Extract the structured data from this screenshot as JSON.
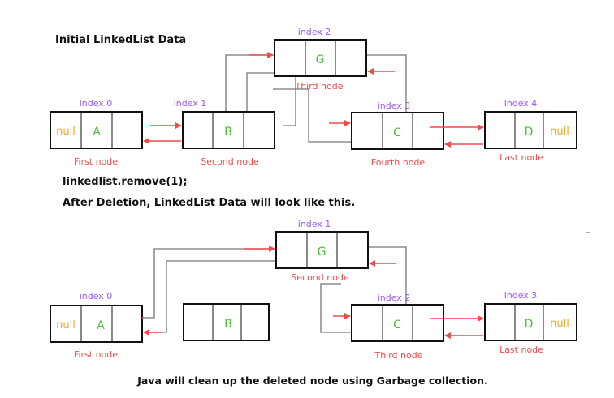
{
  "colors": {
    "index": "#9b59f0",
    "label": "#f24b4b",
    "value": "#4cbf36",
    "null": "#f5a623",
    "arrow": "#f24b4b",
    "wire": "#777777"
  },
  "top": {
    "title": "Initial LinkedList Data",
    "nodes": [
      {
        "value": "A",
        "index": "index 0",
        "label": "First node",
        "prev_null": "null"
      },
      {
        "value": "B",
        "index": "index 1",
        "label": "Second node"
      },
      {
        "value": "G",
        "index": "index 2",
        "label": "Third node"
      },
      {
        "value": "C",
        "index": "index 3",
        "label": "Fourth node"
      },
      {
        "value": "D",
        "index": "index 4",
        "label": "Last node",
        "next_null": "null"
      }
    ]
  },
  "operation": "linkedlist.remove(1);",
  "after_caption": "After Deletion, LinkedList Data will look like this.",
  "bottom": {
    "nodes": [
      {
        "value": "A",
        "index": "index 0",
        "label": "First node",
        "prev_null": "null"
      },
      {
        "value": "G",
        "index": "index 1",
        "label": "Second node"
      },
      {
        "value": "C",
        "index": "index 2",
        "label": "Third node"
      },
      {
        "value": "D",
        "index": "index 3",
        "label": "Last node",
        "next_null": "null"
      }
    ],
    "deleted": {
      "value": "B"
    }
  },
  "footer": "Java will clean up the deleted node using Garbage collection."
}
